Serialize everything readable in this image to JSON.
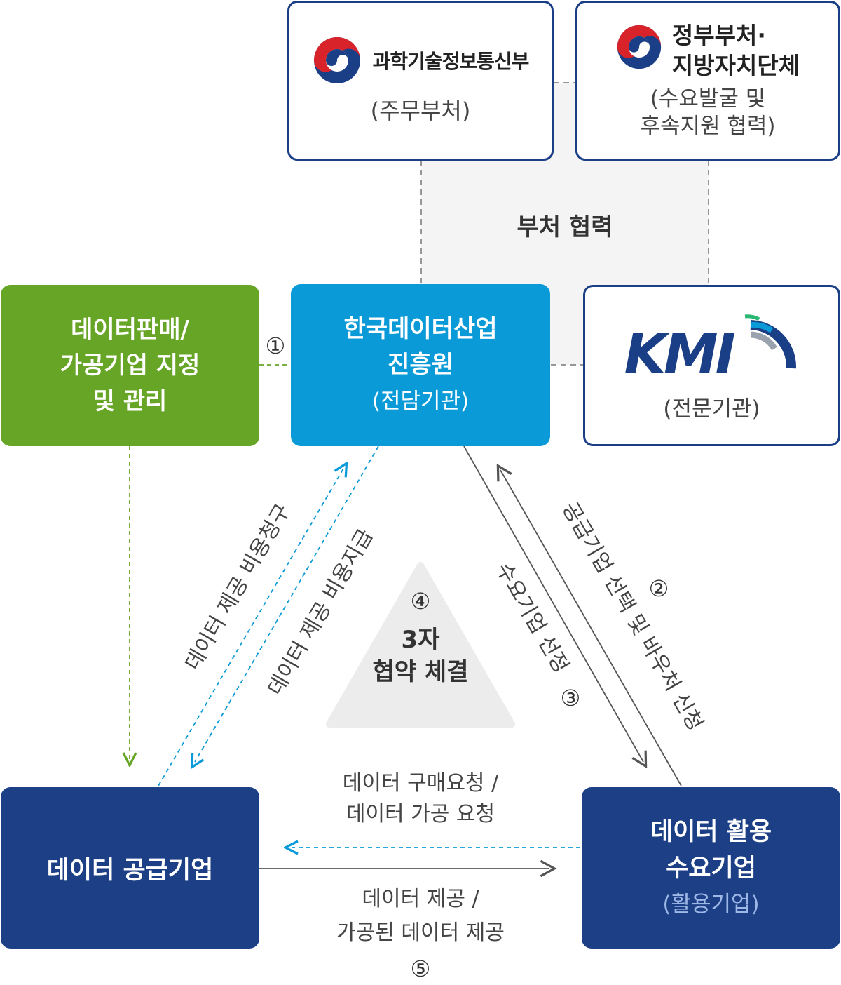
{
  "msit": {
    "name": "과학기술정보통신부",
    "role": "(주무부처)",
    "emblem": "korea-gov-emblem-icon"
  },
  "gov": {
    "line1": "정부부처·",
    "line2": "지방자치단체",
    "role1": "(수요발굴 및",
    "role2": "후속지원 협력)",
    "emblem": "korea-gov-emblem-icon"
  },
  "cooperation": "부처 협력",
  "designate": {
    "line1": "데이터판매/",
    "line2": "가공기업 지정",
    "line3": "및 관리"
  },
  "kdata": {
    "line1": "한국데이터산업",
    "line2": "진흥원",
    "role": "(전담기관)"
  },
  "kmi": {
    "logo": "KMI",
    "role": "(전문기관)"
  },
  "supplier": {
    "label": "데이터 공급기업"
  },
  "demand": {
    "line1": "데이터 활용",
    "line2": "수요기업",
    "role": "(활용기업)"
  },
  "agreement": {
    "step": "④",
    "line1": "3자",
    "line2": "협약 체결"
  },
  "steps": {
    "one": "①",
    "two": "②",
    "three": "③",
    "five": "⑤"
  },
  "flows": {
    "cost_claim": "데이터 제공 비용청구",
    "cost_payment": "데이터 제공 비용지급",
    "select_demand": "수요기업 선정",
    "supplier_voucher": "공급기업 선택 및 바우처 신청",
    "request1": "데이터 구매요청 /",
    "request2": "데이터 가공 요청",
    "provide1": "데이터 제공 /",
    "provide2": "가공된 데이터 제공"
  },
  "colors": {
    "green": "#67a526",
    "blue": "#0b9ad8",
    "navy": "#1c3f85",
    "gray_bg": "#f4f4f4",
    "triangle": "#ececec"
  }
}
